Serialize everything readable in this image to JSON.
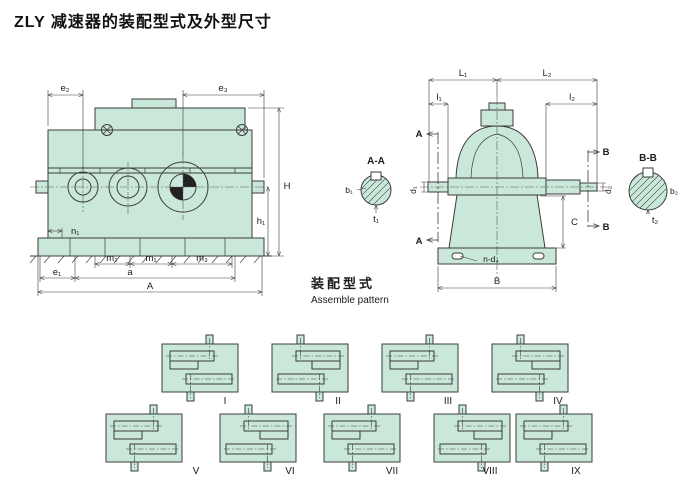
{
  "title": "ZLY 减速器的装配型式及外型尺寸",
  "colors": {
    "body_fill": "#c9e8d9",
    "line": "#3c3c3c",
    "background": "#ffffff"
  },
  "labels": {
    "assemble_zh": "装配型式",
    "assemble_en": "Assemble pattern"
  },
  "side_view": {
    "e2": "e₂",
    "e3": "e₃",
    "H": "H",
    "h1": "h₁",
    "n1": "n₁",
    "m2": "m₂",
    "m1": "m₁",
    "m3": "m₃",
    "e1": "e₁",
    "a": "a",
    "A": "A"
  },
  "section_aa": {
    "title": "A-A",
    "b1": "b₁",
    "t1": "t₁"
  },
  "front_view": {
    "L1": "L₁",
    "L2": "L₂",
    "l1": "l₁",
    "l2": "l₂",
    "cutA": "A",
    "cutB": "B",
    "d1": "d₁",
    "d2": "d₂",
    "C": "C",
    "nd4": "n-d₄",
    "B": "B"
  },
  "section_bb": {
    "title": "B-B",
    "b2": "b₂",
    "t2": "t₂"
  },
  "pattern_labels": [
    "I",
    "II",
    "III",
    "IV",
    "V",
    "VI",
    "VII",
    "VIII",
    "IX"
  ]
}
